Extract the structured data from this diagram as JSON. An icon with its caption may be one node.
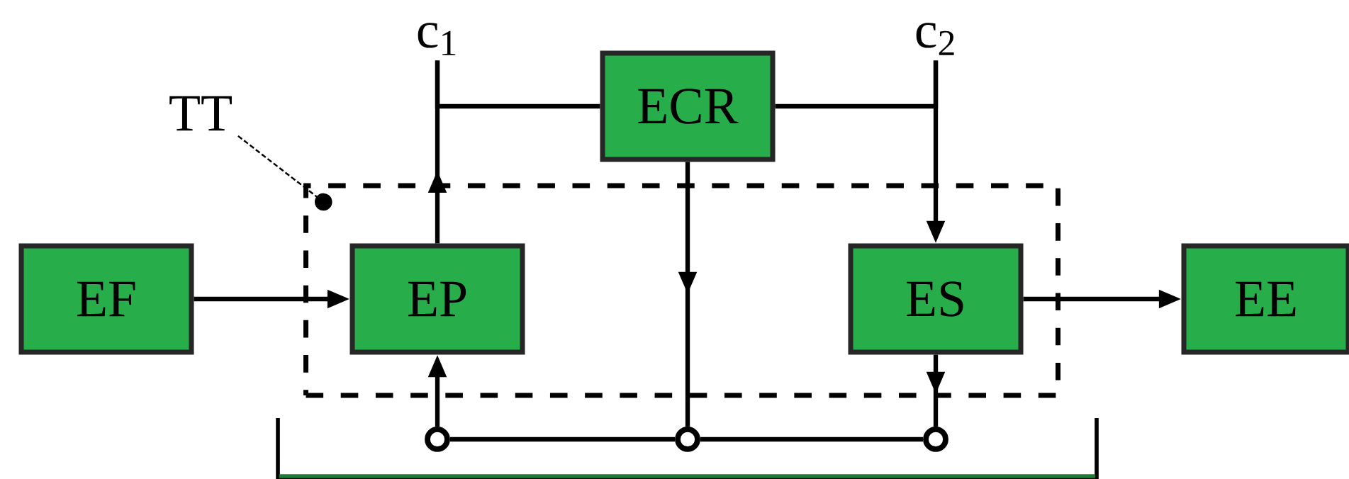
{
  "diagram": {
    "nodes": [
      {
        "text": [
          "EF"
        ]
      },
      {
        "text": [
          "TT"
        ]
      },
      {
        "text": [
          "c$_{1}$"
        ]
      },
      {
        "text": [
          "ECR"
        ]
      },
      {
        "text": [
          "c$_{2}$"
        ]
      },
      {
        "text": [],
        "shape": "box"
      },
      {
        "text": [
          "EP"
        ],
        "in": 5
      },
      {
        "text": [
          "ES"
        ],
        "in": 5
      },
      {
        "text": [
          "EE"
        ]
      },
      {
        "text": [],
        "shape": "circle"
      },
      {
        "text": [],
        "shape": "circle"
      },
      {
        "text": [],
        "shape": "circle"
      }
    ],
    "edges": [
      {
        "from": 0,
        "to": 6,
        "arrow": "to"
      },
      {
        "from": 1,
        "to": 5,
        "arrow": "other",
        "style": "dashed"
      },
      {
        "from": 6,
        "to": 2,
        "arrow": "to"
      },
      {
        "from": 3,
        "to": 2,
        "arrow": "none"
      },
      {
        "from": 3,
        "to": 4,
        "arrow": "none"
      },
      {
        "from": 4,
        "to": 7,
        "arrow": "to"
      },
      {
        "from": 3,
        "to": 10,
        "arrow": "to"
      },
      {
        "from": 9,
        "to": 6,
        "arrow": "to"
      },
      {
        "from": 7,
        "to": 11,
        "arrow": "to"
      },
      {
        "from": 9,
        "to": 10,
        "arrow": "none"
      },
      {
        "from": 10,
        "to": 11,
        "arrow": "none"
      },
      {
        "from": 7,
        "to": 8,
        "arrow": "to"
      }
    ]
  }
}
